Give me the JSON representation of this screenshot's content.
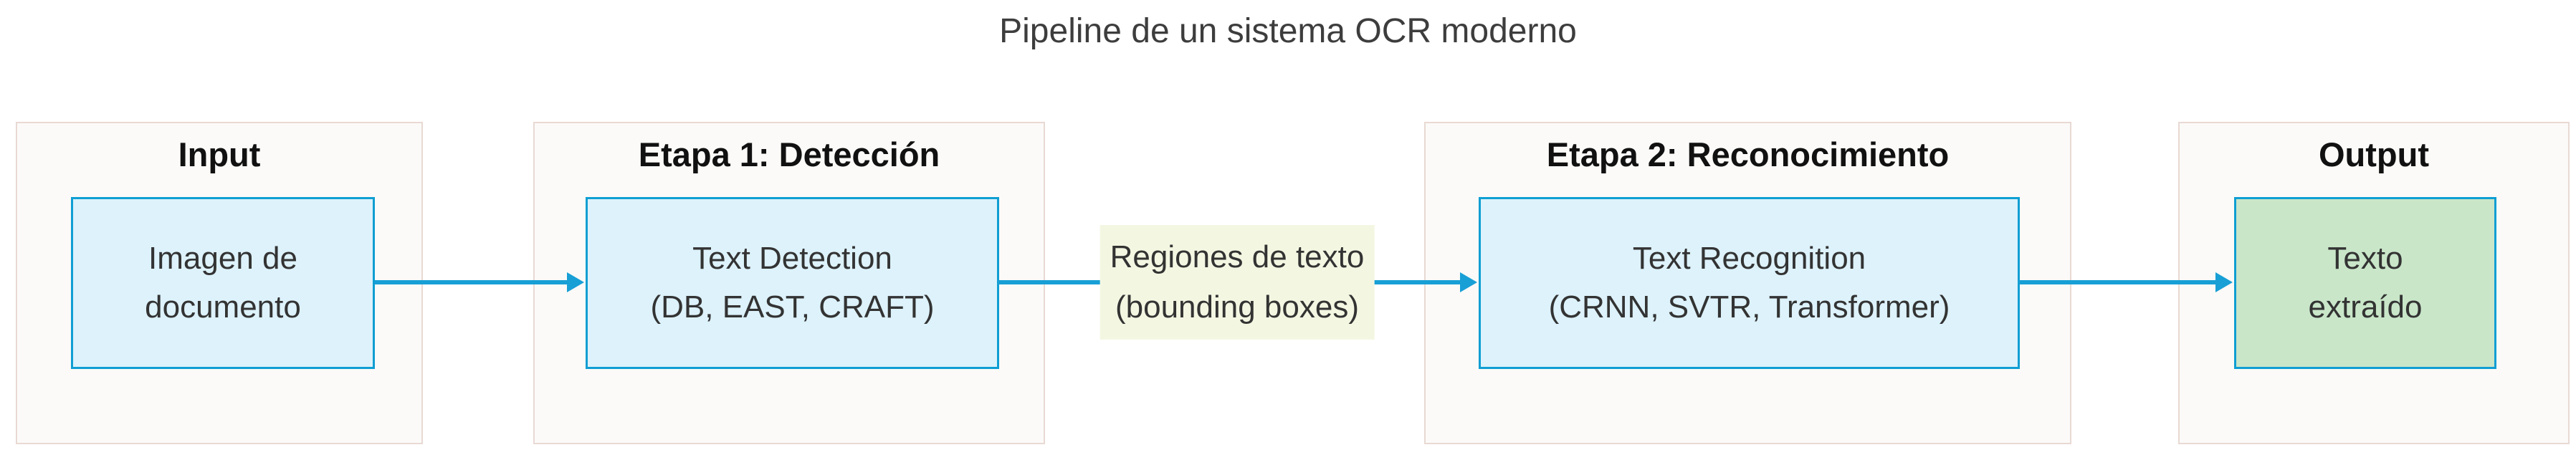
{
  "title": "Pipeline de un sistema OCR moderno",
  "groups": [
    {
      "label": "Input",
      "node": {
        "variant": "blue",
        "line1": "Imagen de",
        "line2": "documento"
      }
    },
    {
      "label": "Etapa 1: Detección",
      "node": {
        "variant": "blue",
        "line1": "Text Detection",
        "line2": "(DB, EAST, CRAFT)"
      }
    },
    {
      "label": "Etapa 2: Reconocimiento",
      "node": {
        "variant": "blue",
        "line1": "Text Recognition",
        "line2": "(CRNN, SVTR, Transformer)"
      }
    },
    {
      "label": "Output",
      "node": {
        "variant": "green",
        "line1": "Texto",
        "line2": "extraído"
      }
    }
  ],
  "edge_label": {
    "line1": "Regiones de texto",
    "line2": "(bounding boxes)"
  },
  "colors": {
    "page-bg": "#ffffff",
    "title-color": "#3d3d3d",
    "cluster-bg": "#fbfaf8",
    "cluster-border": "#e8d9d3",
    "cluster-label-color": "#111111",
    "node-border": "#0f9ed3",
    "node-blue": "#ddf2fb",
    "node-green": "#c9e6c9",
    "node-text": "#333333",
    "arrow-color": "#189fd6",
    "edge-label-bg": "#f3f7e2"
  }
}
